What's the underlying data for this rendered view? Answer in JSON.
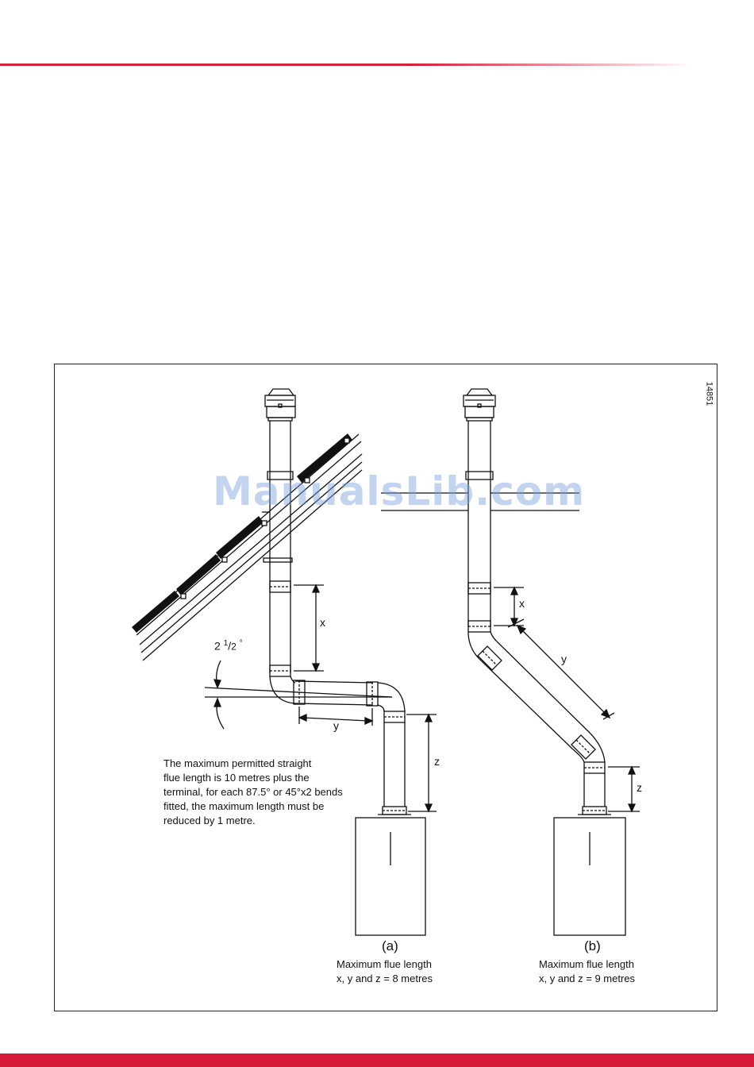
{
  "figure_number": "14851",
  "watermark": "ManualsLib.com",
  "note": {
    "lines": [
      "The maximum permitted straight",
      "flue length is 10 metres plus the",
      "terminal, for each 87.5° or 45°x2 bends",
      "fitted, the maximum length must be",
      "reduced by 1 metre."
    ]
  },
  "labels": {
    "angle_whole": "2",
    "angle_num": "1",
    "angle_den": "2",
    "angle_deg": "°",
    "x": "x",
    "y": "y",
    "z": "z"
  },
  "captions": {
    "a": {
      "letter": "(a)",
      "line1": "Maximum flue length",
      "line2": "x, y and z =  8 metres"
    },
    "b": {
      "letter": "(b)",
      "line1": "Maximum flue length",
      "line2": "x, y and z =  9 metres"
    }
  },
  "colors": {
    "accent": "#d7193a",
    "line": "#111111"
  }
}
